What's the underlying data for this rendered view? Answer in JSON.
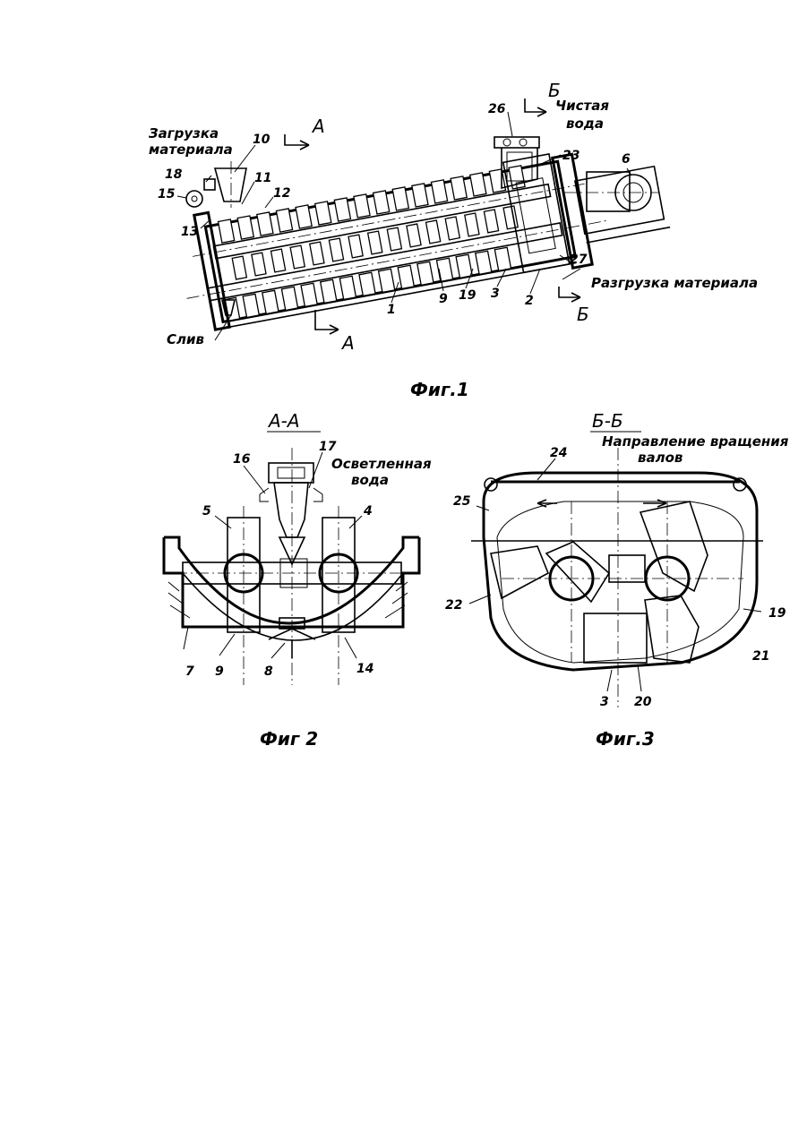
{
  "fig1": {
    "caption": "Фиг.1",
    "labels": {
      "load": [
        "Загрузка",
        "материала"
      ],
      "clean_water": [
        "Чистая",
        "вода"
      ],
      "unload": "Разгрузка материала",
      "drain": "Слив"
    },
    "section_marks": [
      "А",
      "А",
      "Б",
      "Б"
    ],
    "numbers": [
      "10",
      "18",
      "15",
      "11",
      "12",
      "13",
      "26",
      "23",
      "6",
      "27",
      "2",
      "3",
      "19",
      "9",
      "1"
    ]
  },
  "fig2": {
    "caption": "Фиг 2",
    "section_title": "А-А",
    "labels": {
      "clarified_water": [
        "Осветленная",
        "вода"
      ]
    },
    "numbers": [
      "17",
      "16",
      "5",
      "4",
      "7",
      "9",
      "8",
      "14"
    ]
  },
  "fig3": {
    "caption": "Фиг.3",
    "section_title": "Б-Б",
    "labels": {
      "rotation_direction": [
        "Направление вращения",
        "валов"
      ]
    },
    "numbers": [
      "24",
      "25",
      "22",
      "19",
      "21",
      "3",
      "20"
    ]
  }
}
